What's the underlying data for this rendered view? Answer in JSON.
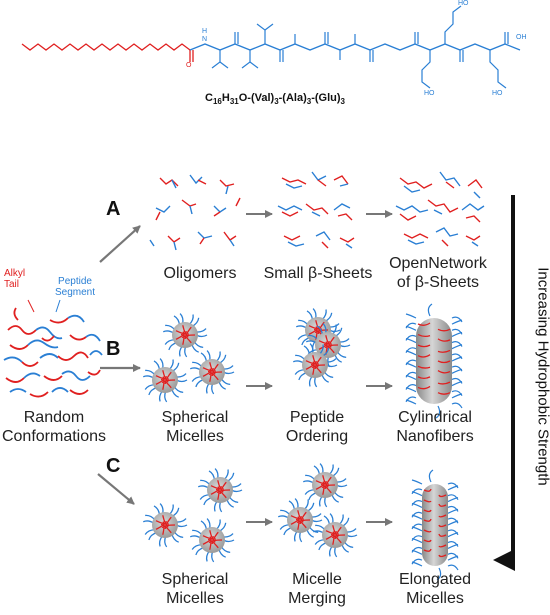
{
  "molecule": {
    "formula_prefix": "C",
    "formula_sub1": "16",
    "formula_mid1": "H",
    "formula_sub2": "31",
    "formula_tail": "O-(Val)",
    "formula_sub3": "3",
    "formula_tail2": "-(Ala)",
    "formula_sub4": "3",
    "formula_tail3": "-(Glu)",
    "formula_sub5": "3",
    "atom_labels": [
      "O",
      "N",
      "H",
      "HO",
      "OH"
    ],
    "tail_color": "#e02020",
    "peptide_color": "#2a7fd4"
  },
  "start": {
    "alkyl_label_line1": "Alkyl",
    "alkyl_label_line2": "Tail",
    "peptide_label_line1": "Peptide",
    "peptide_label_line2": "Segment",
    "label_line1": "Random",
    "label_line2": "Conformations"
  },
  "pathways": {
    "A": {
      "letter": "A",
      "stages": [
        {
          "line1": "Oligomers",
          "line2": ""
        },
        {
          "line1": "Small β-Sheets",
          "line2": ""
        },
        {
          "line1": "OpenNetwork",
          "line2": "of β-Sheets"
        }
      ]
    },
    "B": {
      "letter": "B",
      "stages": [
        {
          "line1": "Spherical",
          "line2": "Micelles"
        },
        {
          "line1": "Peptide",
          "line2": "Ordering"
        },
        {
          "line1": "Cylindrical",
          "line2": "Nanofibers"
        }
      ]
    },
    "C": {
      "letter": "C",
      "stages": [
        {
          "line1": "Spherical",
          "line2": "Micelles"
        },
        {
          "line1": "Micelle",
          "line2": "Merging"
        },
        {
          "line1": "Elongated",
          "line2": "Micelles"
        }
      ]
    }
  },
  "gradient_axis": {
    "label": "Increasing Hydrophobic Strength",
    "color": "#111111"
  }
}
